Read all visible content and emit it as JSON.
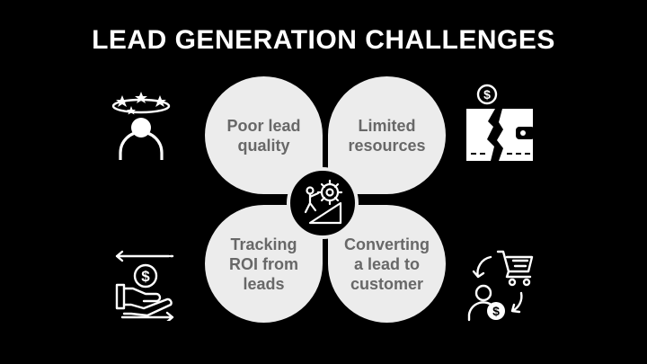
{
  "title": "LEAD GENERATION CHALLENGES",
  "quadrants": [
    {
      "id": "poor-lead-quality",
      "label": "Poor lead\nquality",
      "icon": "confused-person-icon"
    },
    {
      "id": "limited-resources",
      "label": "Limited\nresources",
      "icon": "broken-wallet-icon"
    },
    {
      "id": "tracking-roi",
      "label": "Tracking\nROI from\nleads",
      "icon": "money-transfer-hand-icon"
    },
    {
      "id": "converting-lead",
      "label": "Converting\na lead to\ncustomer",
      "icon": "customer-cart-cycle-icon"
    }
  ],
  "center_icon": "climbing-gear-icon",
  "colors": {
    "background": "#000000",
    "petal": "#ececec",
    "petal_text": "#686868",
    "title": "#ffffff"
  }
}
